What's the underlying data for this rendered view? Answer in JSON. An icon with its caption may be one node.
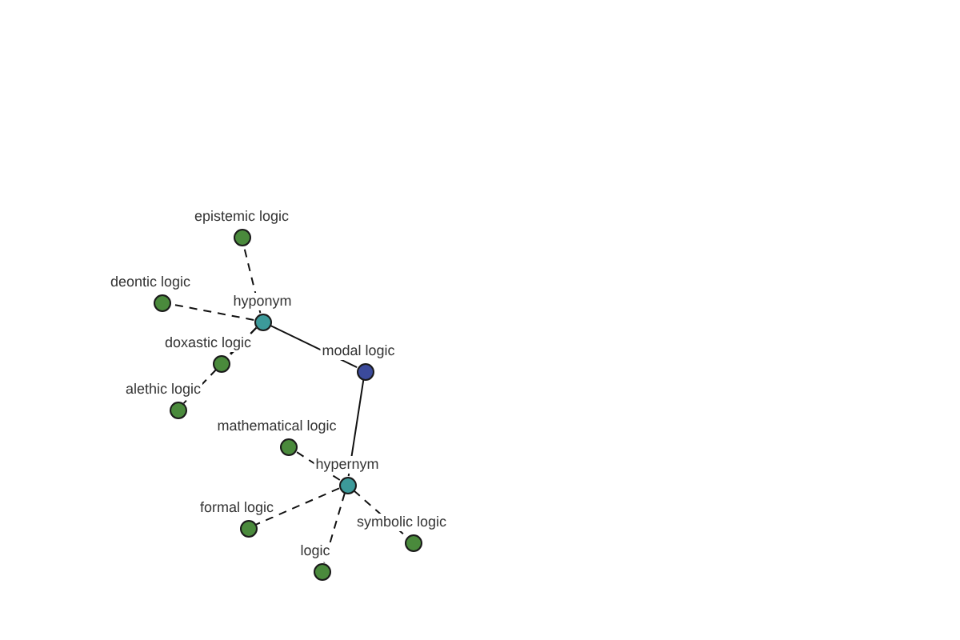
{
  "diagram": {
    "nodes": [
      {
        "text": [],
        "shape": "circle",
        "beside": [
          "epistemic logic"
        ]
      },
      {
        "text": [],
        "shape": "circle",
        "beside": [
          "deontic logic"
        ]
      },
      {
        "text": [],
        "shape": "circle",
        "beside": [
          "hyponym"
        ]
      },
      {
        "text": [],
        "shape": "circle",
        "beside": [
          "doxastic logic"
        ]
      },
      {
        "text": [],
        "shape": "circle",
        "beside": [
          "alethic logic"
        ]
      },
      {
        "text": [],
        "shape": "circle",
        "beside": [
          "modal logic"
        ]
      },
      {
        "text": [],
        "shape": "circle",
        "beside": [
          "mathematical logic"
        ]
      },
      {
        "text": [],
        "shape": "circle",
        "beside": [
          "hypernym"
        ]
      },
      {
        "text": [],
        "shape": "circle",
        "beside": [
          "formal logic"
        ]
      },
      {
        "text": [],
        "shape": "circle",
        "beside": [
          "symbolic logic"
        ]
      },
      {
        "text": [],
        "shape": "circle",
        "beside": [
          "logic"
        ]
      }
    ],
    "edges": [
      {
        "from": 2,
        "to": 0,
        "arrow": "none",
        "style": "dashed"
      },
      {
        "from": 2,
        "to": 1,
        "arrow": "none",
        "style": "dashed"
      },
      {
        "from": 2,
        "to": 3,
        "arrow": "none",
        "style": "dashed"
      },
      {
        "from": 2,
        "to": 4,
        "arrow": "none",
        "style": "dashed"
      },
      {
        "from": 2,
        "to": 5,
        "arrow": "none"
      },
      {
        "from": 5,
        "to": 7,
        "arrow": "none"
      },
      {
        "from": 7,
        "to": 6,
        "arrow": "none",
        "style": "dashed"
      },
      {
        "from": 7,
        "to": 8,
        "arrow": "none",
        "style": "dashed"
      },
      {
        "from": 7,
        "to": 10,
        "arrow": "none",
        "style": "dashed"
      },
      {
        "from": 7,
        "to": 9,
        "arrow": "none",
        "style": "dashed"
      }
    ]
  }
}
